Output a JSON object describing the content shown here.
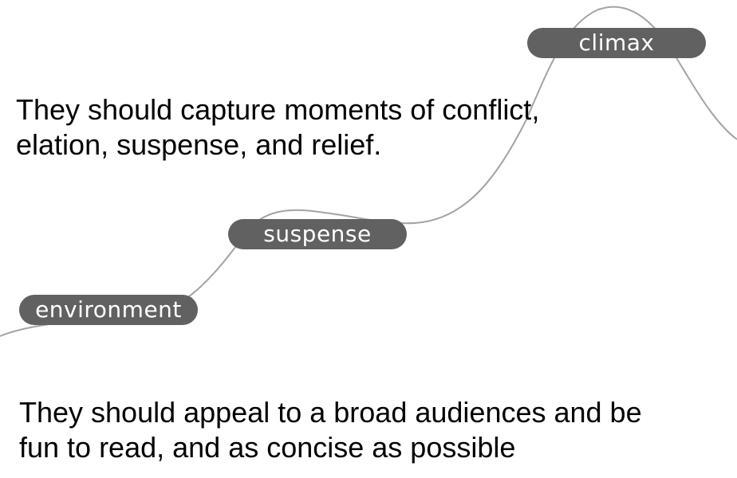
{
  "labels": {
    "environment": "environment",
    "suspense": "suspense",
    "climax": "climax"
  },
  "captions": {
    "top_line1": "They should capture moments of conflict,",
    "top_line2": "elation, suspense, and relief.",
    "bottom_line1": "They should appeal to a broad audiences and be",
    "bottom_line2": "fun to read, and as concise as possible"
  },
  "colors": {
    "pill_background": "#616161",
    "pill_text": "#ffffff",
    "arc_line": "#a3a3a3",
    "text": "#000000",
    "background": "#ffffff"
  }
}
